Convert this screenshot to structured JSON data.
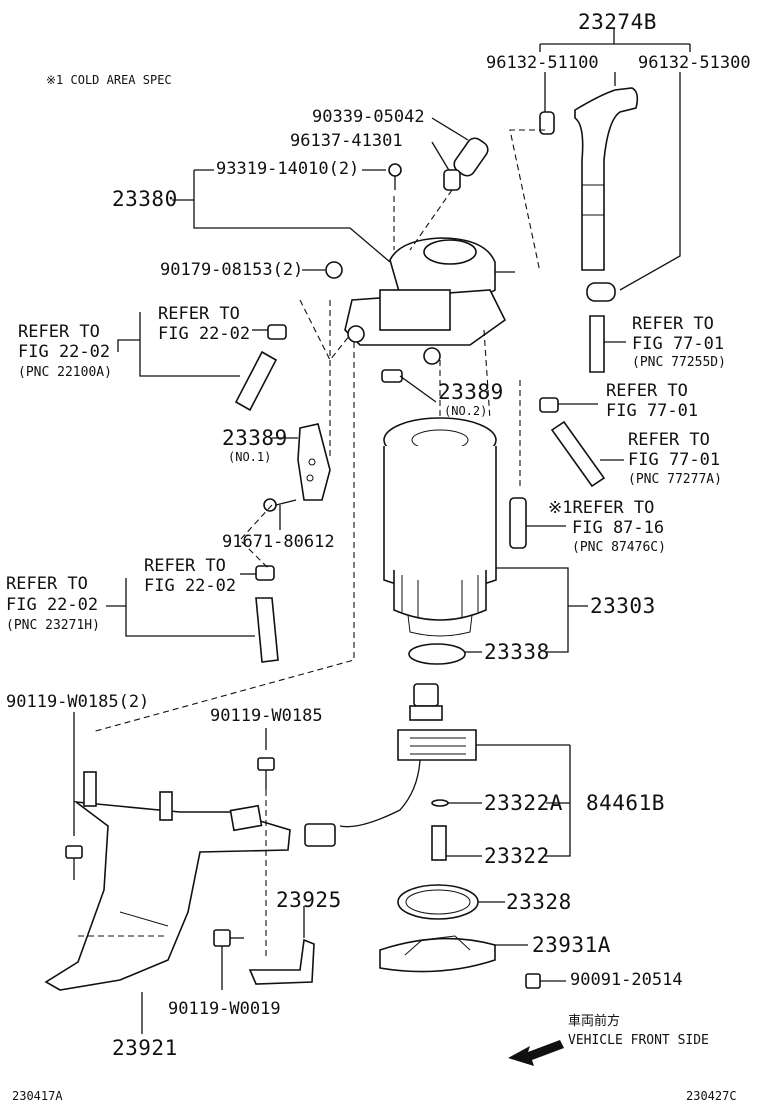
{
  "note": "※1 COLD AREA SPEC",
  "labels": {
    "l23274B": "23274B",
    "l96132_51100": "96132-51100",
    "l96132_51300": "96132-51300",
    "l90339_05042": "90339-05042",
    "l96137_41301": "96137-41301",
    "l93319_14010": "93319-14010(2)",
    "l23380": "23380",
    "l90179_08153": "90179-08153(2)",
    "ref_a1": "REFER TO",
    "ref_a2": "FIG 22-02",
    "ref_b1": "REFER TO",
    "ref_b2": "FIG 22-02",
    "ref_b3": "(PNC 22100A)",
    "ref_c1": "REFER TO",
    "ref_c2": "FIG 77-01",
    "ref_c3": "(PNC 77255D)",
    "l23389_no2": "23389",
    "l23389_no2_sub": "(NO.2)",
    "ref_d1": "REFER TO",
    "ref_d2": "FIG 77-01",
    "l23389_no1": "23389",
    "l23389_no1_sub": "(NO.1)",
    "ref_e1": "REFER TO",
    "ref_e2": "FIG 77-01",
    "ref_e3": "(PNC 77277A)",
    "ref_f1": "※1REFER TO",
    "ref_f2": "FIG 87-16",
    "ref_f3": "(PNC 87476C)",
    "l91671_80612": "91671-80612",
    "ref_g1": "REFER TO",
    "ref_g2": "FIG 22-02",
    "ref_h1": "REFER TO",
    "ref_h2": "FIG 22-02",
    "ref_h3": "(PNC 23271H)",
    "l23303": "23303",
    "l23338": "23338",
    "l90119_W0185_2": "90119-W0185(2)",
    "l90119_W0185": "90119-W0185",
    "l23322A": "23322A",
    "l84461B": "84461B",
    "l23322": "23322",
    "l23925": "23925",
    "l23328": "23328",
    "l23931A": "23931A",
    "l90091_20514": "90091-20514",
    "l90119_W0019": "90119-W0019",
    "l23921": "23921",
    "front_jp": "車両前方",
    "front_en": "VEHICLE FRONT SIDE",
    "code_left": "230417A",
    "code_right": "230427C"
  }
}
